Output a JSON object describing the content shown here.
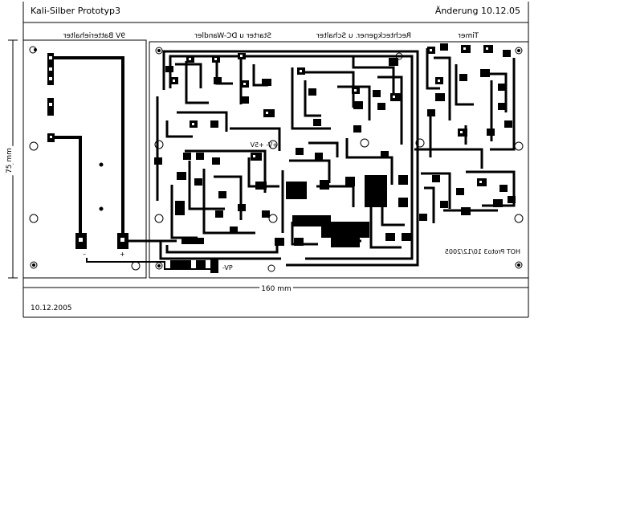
{
  "sheet": {
    "title": "Kali-Silber Prototyp3",
    "revision": "Änderung 10.12.05",
    "date": "10.12.2005"
  },
  "dimensions": {
    "width_label": "160 mm",
    "height_label": "75 mm"
  },
  "sections": {
    "battery": "9V Batteriehalter",
    "starter": "Starter u DC-Wandler",
    "rect": "Rechteckgener. u Schalter",
    "timer": "Timer"
  },
  "board_text": {
    "board_id": "HOT Proto3 10/12/2005",
    "minus": "–",
    "plus": "+",
    "vp_label": "-VP",
    "v_label": "+V- +5V"
  },
  "colors": {
    "ink": "#000000",
    "paper": "#ffffff"
  }
}
